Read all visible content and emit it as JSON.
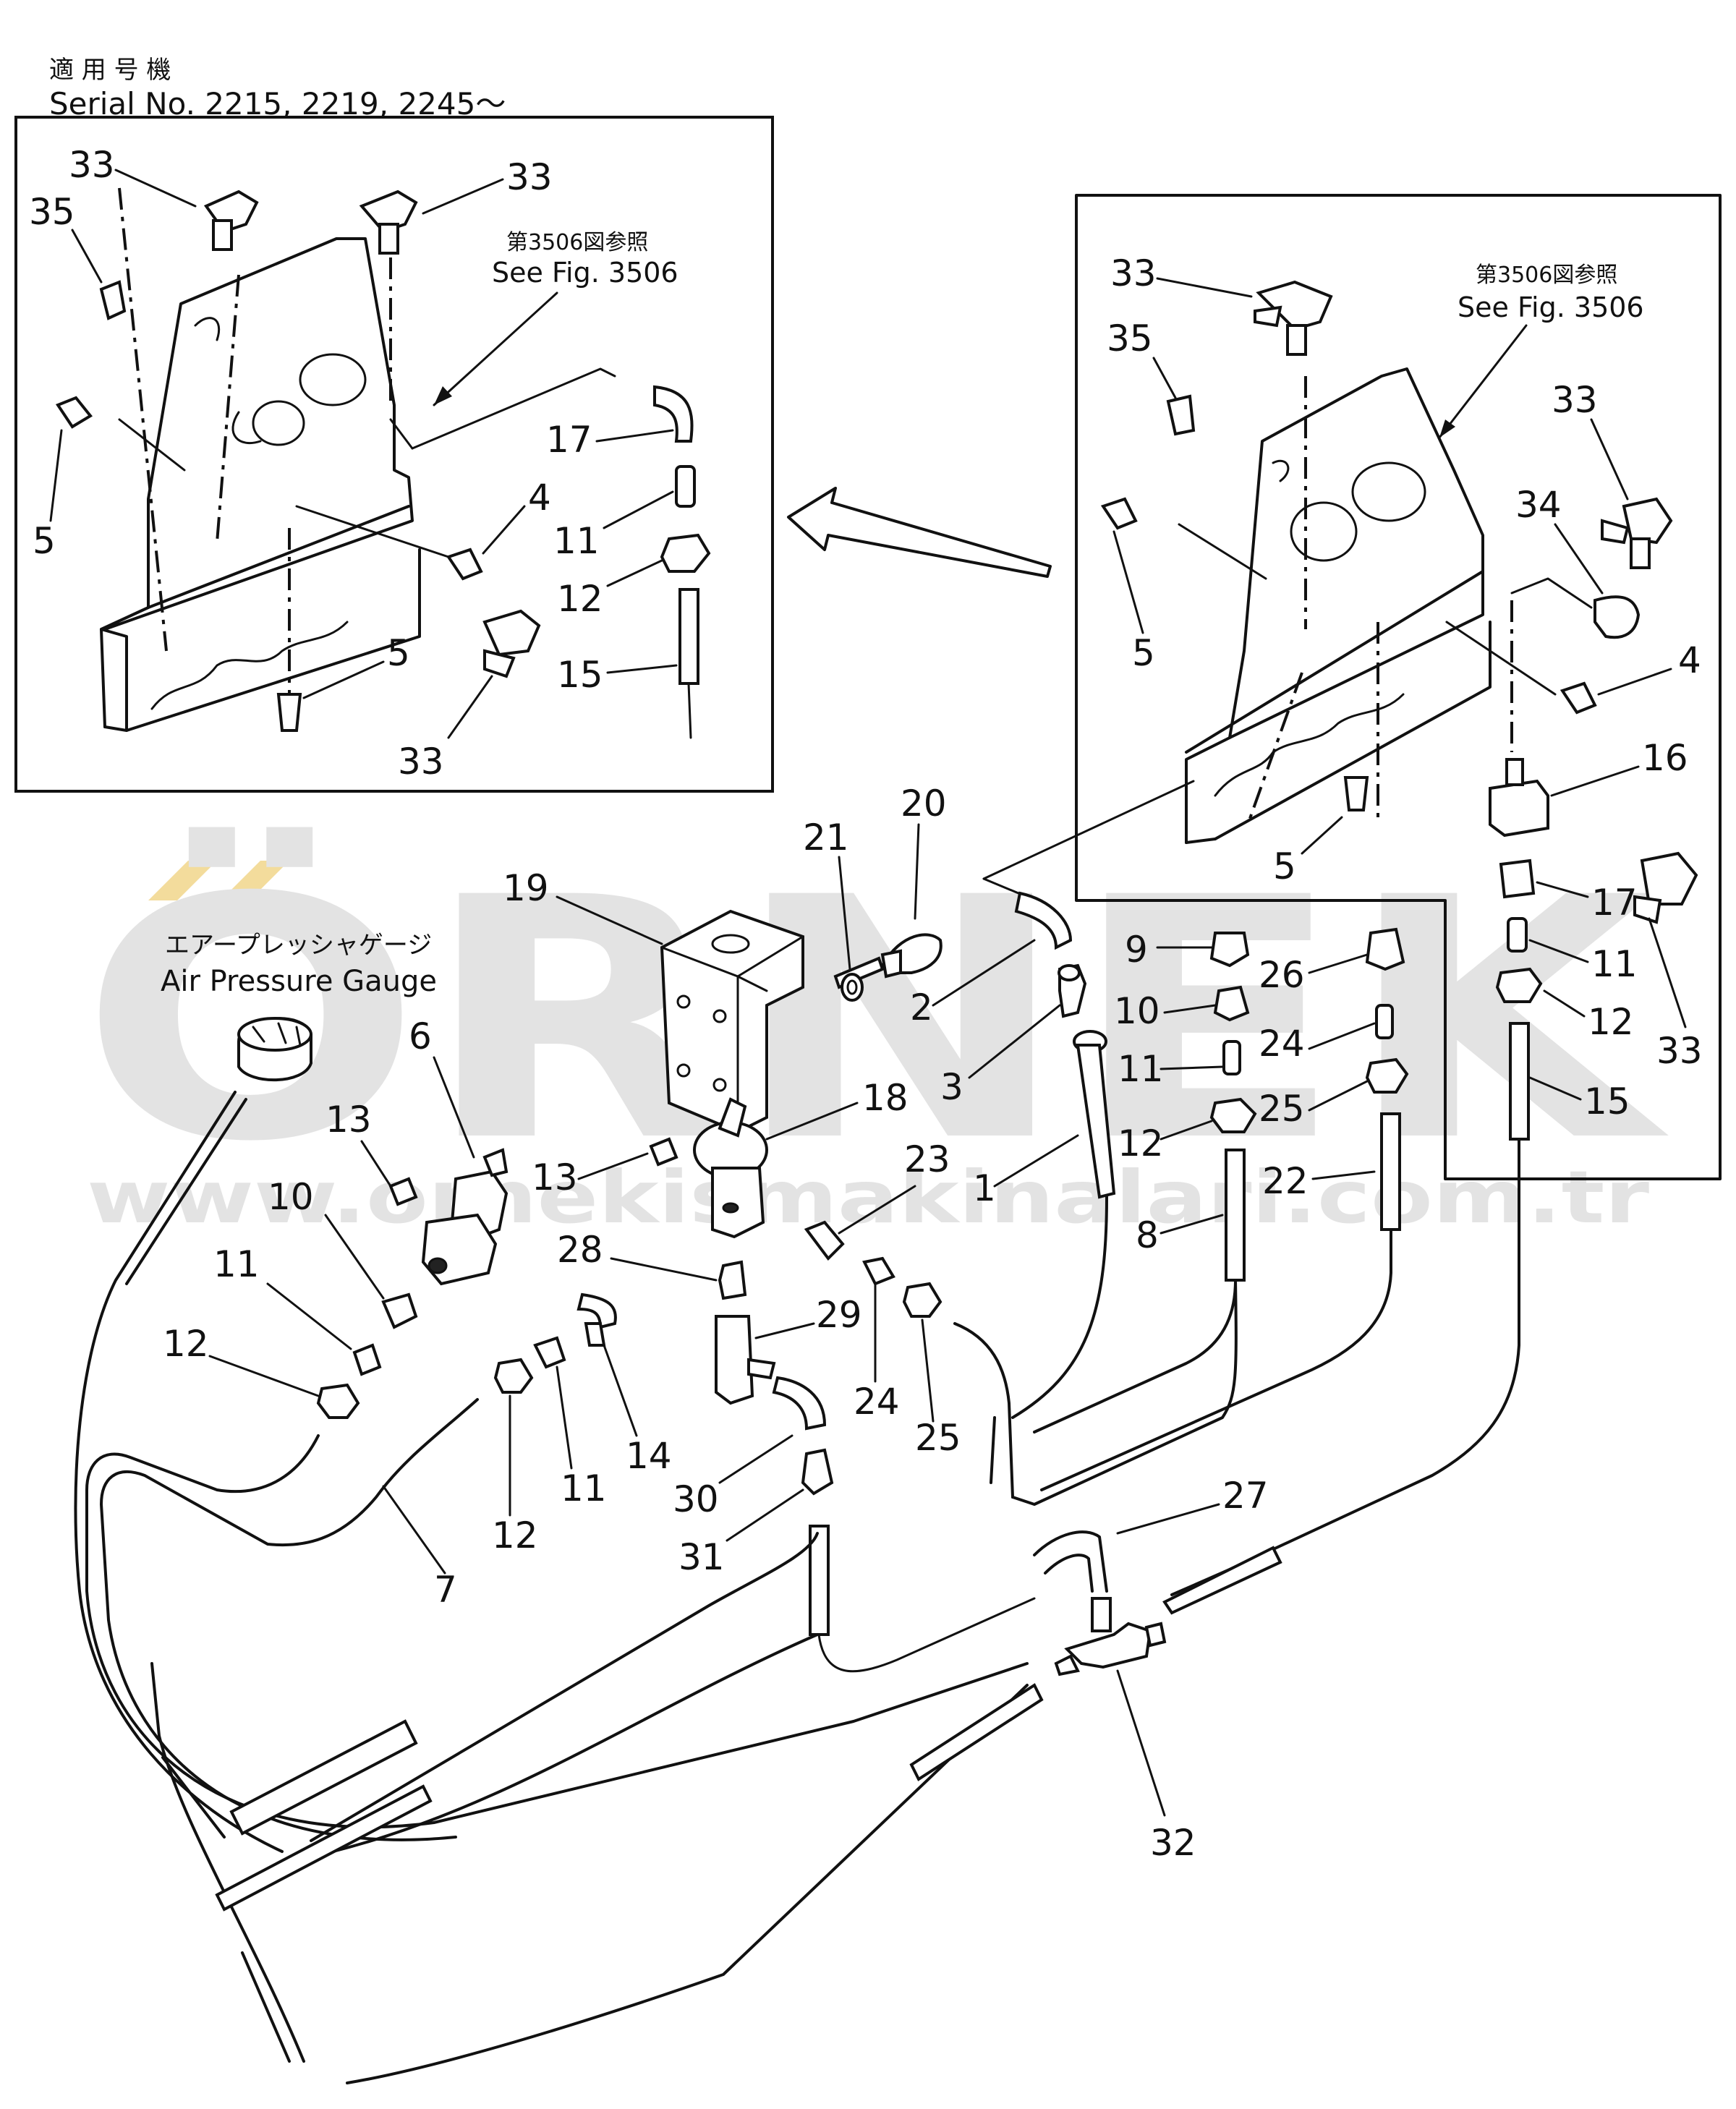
{
  "header": {
    "applicable_jp": "適 用 号 機",
    "serial": "Serial No. 2215, 2219, 2245～"
  },
  "watermark": {
    "logo": "ÖRNEK",
    "url": "www.ornekismakinalari.com.tr"
  },
  "inset_left": {
    "ref_jp": "第3506図参照",
    "ref_en": "See Fig. 3506",
    "labels": [
      "33",
      "33",
      "35",
      "17",
      "5",
      "4",
      "11",
      "12",
      "15",
      "5",
      "33"
    ]
  },
  "inset_right": {
    "ref_jp": "第3506図参照",
    "ref_en": "See Fig. 3506",
    "labels": [
      "33",
      "35",
      "33",
      "34",
      "5",
      "4",
      "16",
      "5",
      "17",
      "33",
      "11",
      "12",
      "15"
    ]
  },
  "gauge": {
    "label_jp": "エアープレッシャゲージ",
    "label_en": "Air Pressure Gauge"
  },
  "main_labels": [
    "20",
    "21",
    "19",
    "2",
    "3",
    "9",
    "26",
    "10",
    "24",
    "11",
    "25",
    "12",
    "6",
    "18",
    "13",
    "13",
    "1",
    "22",
    "8",
    "23",
    "10",
    "28",
    "11",
    "29",
    "12",
    "24",
    "25",
    "14",
    "11",
    "12",
    "30",
    "31",
    "27",
    "7",
    "32"
  ],
  "colors": {
    "ink": "#111111",
    "watermark_grey": "#e3e3e3",
    "watermark_gold": "#f3dc9c"
  }
}
